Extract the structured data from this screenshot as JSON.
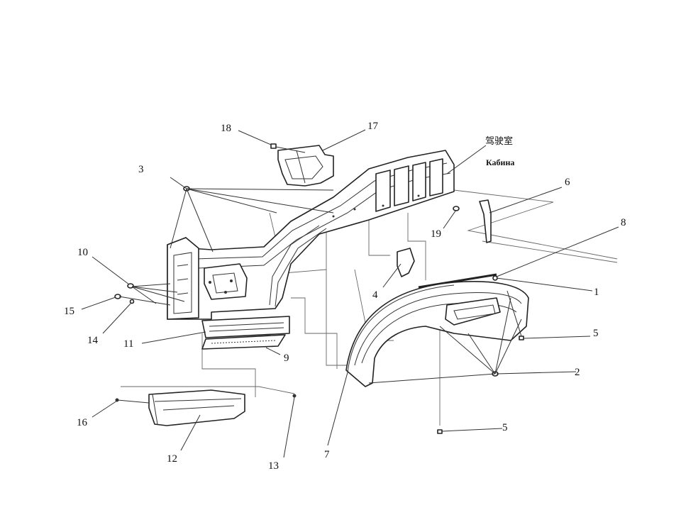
{
  "title_cn": "驾驶室",
  "title_ru": "Кабина",
  "callouts": [
    "1",
    "2",
    "3",
    "4",
    "5",
    "5",
    "6",
    "7",
    "8",
    "9",
    "10",
    "11",
    "12",
    "13",
    "14",
    "15",
    "16",
    "17",
    "18",
    "19"
  ],
  "labels": {
    "n1": "1",
    "n2": "2",
    "n3": "3",
    "n4": "4",
    "n5a": "5",
    "n5b": "5",
    "n6": "6",
    "n7": "7",
    "n8": "8",
    "n9": "9",
    "n10": "10",
    "n11": "11",
    "n12": "12",
    "n13": "13",
    "n14": "14",
    "n15": "15",
    "n16": "16",
    "n17": "17",
    "n18": "18",
    "n19": "19"
  }
}
